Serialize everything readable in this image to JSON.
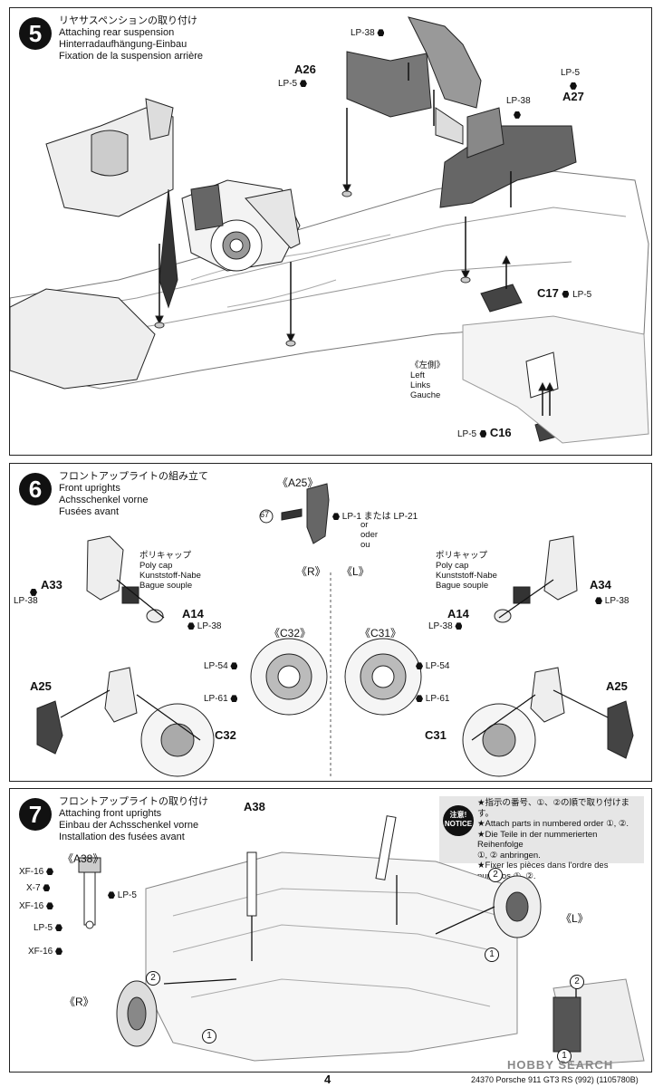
{
  "step5": {
    "number": "5",
    "title_jp": "リヤサスペンションの取り付け",
    "title_en": "Attaching rear suspension",
    "title_de": "Hinterradaufhängung-Einbau",
    "title_fr": "Fixation de la suspension arrière",
    "labels": {
      "lp38a": "LP-38",
      "a26": "A26",
      "lp5a": "LP-5",
      "lp5b": "LP-5",
      "a27": "A27",
      "lp38b": "LP-38",
      "c17": "C17",
      "lp5c": "LP-5",
      "left_jp": "《左側》",
      "left_en": "Left",
      "left_de": "Links",
      "left_fr": "Gauche",
      "lp5d": "LP-5",
      "c16": "C16"
    }
  },
  "step6": {
    "number": "6",
    "title_jp": "フロントアップライトの組み立て",
    "title_en": "Front uprights",
    "title_de": "Achsschenkel vorne",
    "title_fr": "Fusées avant",
    "labels": {
      "a25_header": "《A25》",
      "num67": "67",
      "lp1": "LP-1 または LP-21",
      "or_en": "or",
      "or_de": "oder",
      "or_fr": "ou",
      "polycap_jp_r": "ポリキャップ",
      "polycap_en_r": "Poly cap",
      "polycap_de_r": "Kunststoff-Nabe",
      "polycap_fr_r": "Bague souple",
      "polycap_jp_l": "ポリキャップ",
      "polycap_en_l": "Poly cap",
      "polycap_de_l": "Kunststoff-Nabe",
      "polycap_fr_l": "Bague souple",
      "a33": "A33",
      "lp38r": "LP-38",
      "a14r": "A14",
      "lp38r2": "LP-38",
      "r_mark": "《R》",
      "l_mark": "《L》",
      "a34": "A34",
      "lp38l": "LP-38",
      "a14l": "A14",
      "lp38l2": "LP-38",
      "c32_header": "《C32》",
      "c31_header": "《C31》",
      "lp54r": "LP-54",
      "lp61r": "LP-61",
      "lp54l": "LP-54",
      "lp61l": "LP-61",
      "a25r": "A25",
      "c32": "C32",
      "a25l": "A25",
      "c31": "C31"
    }
  },
  "step7": {
    "number": "7",
    "title_jp": "フロントアップライトの取り付け",
    "title_en": "Attaching front uprights",
    "title_de": "Einbau der Achsschenkel vorne",
    "title_fr": "Installation des fusées avant",
    "labels": {
      "a38_header": "《A38》",
      "xf16a": "XF-16",
      "x7": "X-7",
      "lp5": "LP-5",
      "xf16b": "XF-16",
      "lp5b": "LP-5",
      "xf16c": "XF-16",
      "a38": "A38",
      "r_mark": "《R》",
      "l_mark": "《L》",
      "c1": "1",
      "c2": "2"
    },
    "notice": {
      "badge": "注意! NOTICE",
      "line1": "★指示の番号、①、②の順で取り付けます。",
      "line2": "★Attach parts in numbered order ①, ②.",
      "line3": "★Die Teile in der nummerierten Reihenfolge",
      "line4": "①, ② anbringen.",
      "line5": "★Fixer les pièces dans l'ordre des",
      "line6": "numéros ①, ②."
    }
  },
  "footer": {
    "page": "4",
    "code": "24370  Porsche 911 GT3 RS (992) (1105780B)",
    "watermark": "HOBBY SEARCH"
  }
}
